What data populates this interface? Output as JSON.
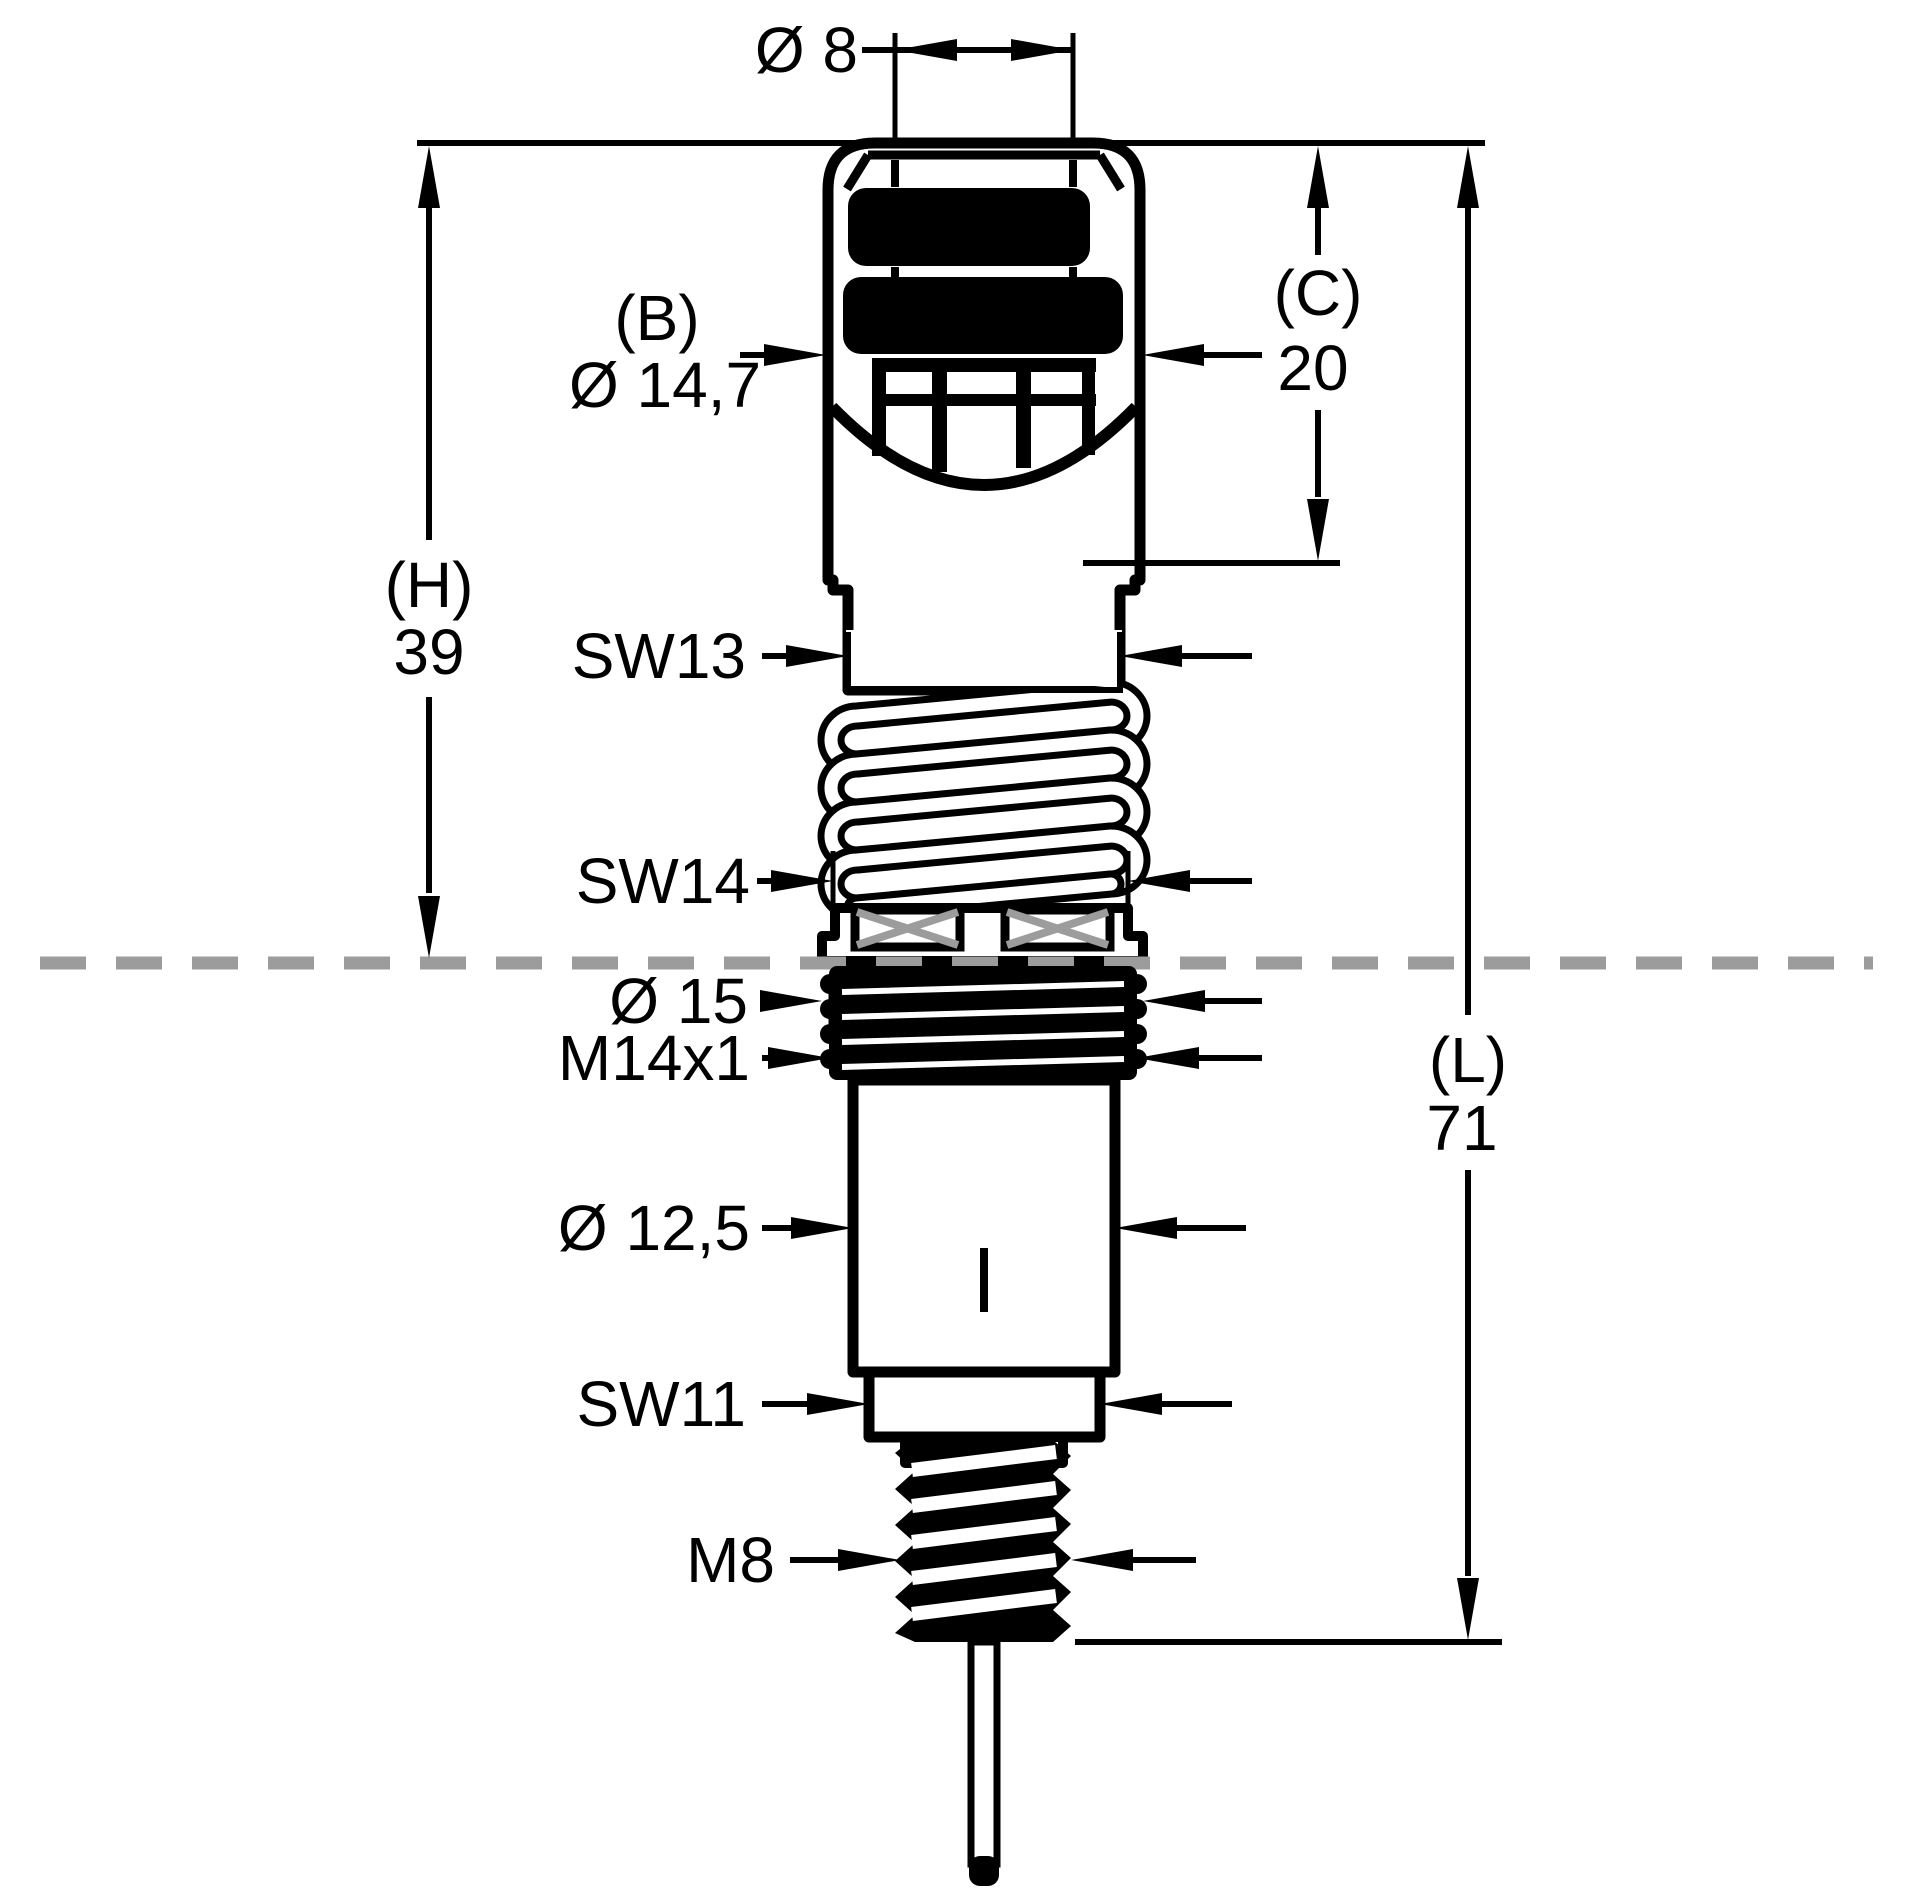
{
  "drawing": {
    "kind": "technical-dimension-drawing",
    "colors": {
      "line": "#000000",
      "background": "#ffffff",
      "mounting_plane_dash": "#9c9c9c",
      "hatch": "#9c9c9c"
    },
    "dimensions": {
      "bore": {
        "label": "Ø 8"
      },
      "cap": {
        "ref": "(B)",
        "label": "Ø 14,7"
      },
      "cap_height": {
        "ref": "(C)",
        "label": "20"
      },
      "height_above_plane": {
        "ref": "(H)",
        "label": "39"
      },
      "overall_length": {
        "ref": "(L)",
        "label": "71"
      },
      "hex_top": {
        "label": "SW13"
      },
      "hex_mid": {
        "label": "SW14"
      },
      "collar": {
        "label": "Ø 15"
      },
      "mount_thread": {
        "label": "M14x1"
      },
      "body": {
        "label": "Ø 12,5"
      },
      "hex_bottom": {
        "label": "SW11"
      },
      "tip_thread": {
        "label": "M8"
      }
    }
  }
}
